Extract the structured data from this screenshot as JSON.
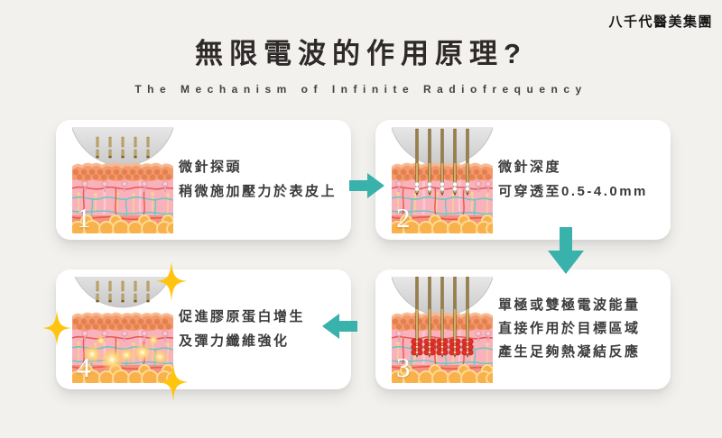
{
  "brand": "八千代醫美集團",
  "header": {
    "title": "無限電波的作用原理?",
    "subtitle": "The Mechanism of Infinite Radiofrequency"
  },
  "steps": [
    {
      "number": "1",
      "lines": [
        "微針探頭",
        "稍微施加壓力於表皮上"
      ],
      "illustration": "microneedle-probe-resting-on-skin"
    },
    {
      "number": "2",
      "lines": [
        "微針深度",
        "可穿透至0.5-4.0mm"
      ],
      "illustration": "microneedles-penetrating-skin"
    },
    {
      "number": "3",
      "lines": [
        "單極或雙極電波能量",
        "直接作用於目標區域",
        "產生足夠熱凝結反應"
      ],
      "illustration": "rf-energy-thermal-coagulation"
    },
    {
      "number": "4",
      "lines": [
        "促進膠原蛋白增生",
        "及彈力纖維強化"
      ],
      "illustration": "collagen-elastin-regeneration"
    }
  ],
  "flow_arrows": [
    "right",
    "down",
    "left"
  ],
  "colors": {
    "background": "#f2f1ee",
    "card": "#ffffff",
    "arrow_teal": "#38b2aa",
    "sparkle_gold": "#ffc40e",
    "title_text": "#2f2a2a",
    "body_text": "#3b3b3b",
    "skin_epidermis": "#f29a6b",
    "skin_dermis": "#f9b2bc",
    "skin_fat": "#f8b14b",
    "needle_gold": "#d8b766",
    "coagulation_red": "#de3129"
  }
}
